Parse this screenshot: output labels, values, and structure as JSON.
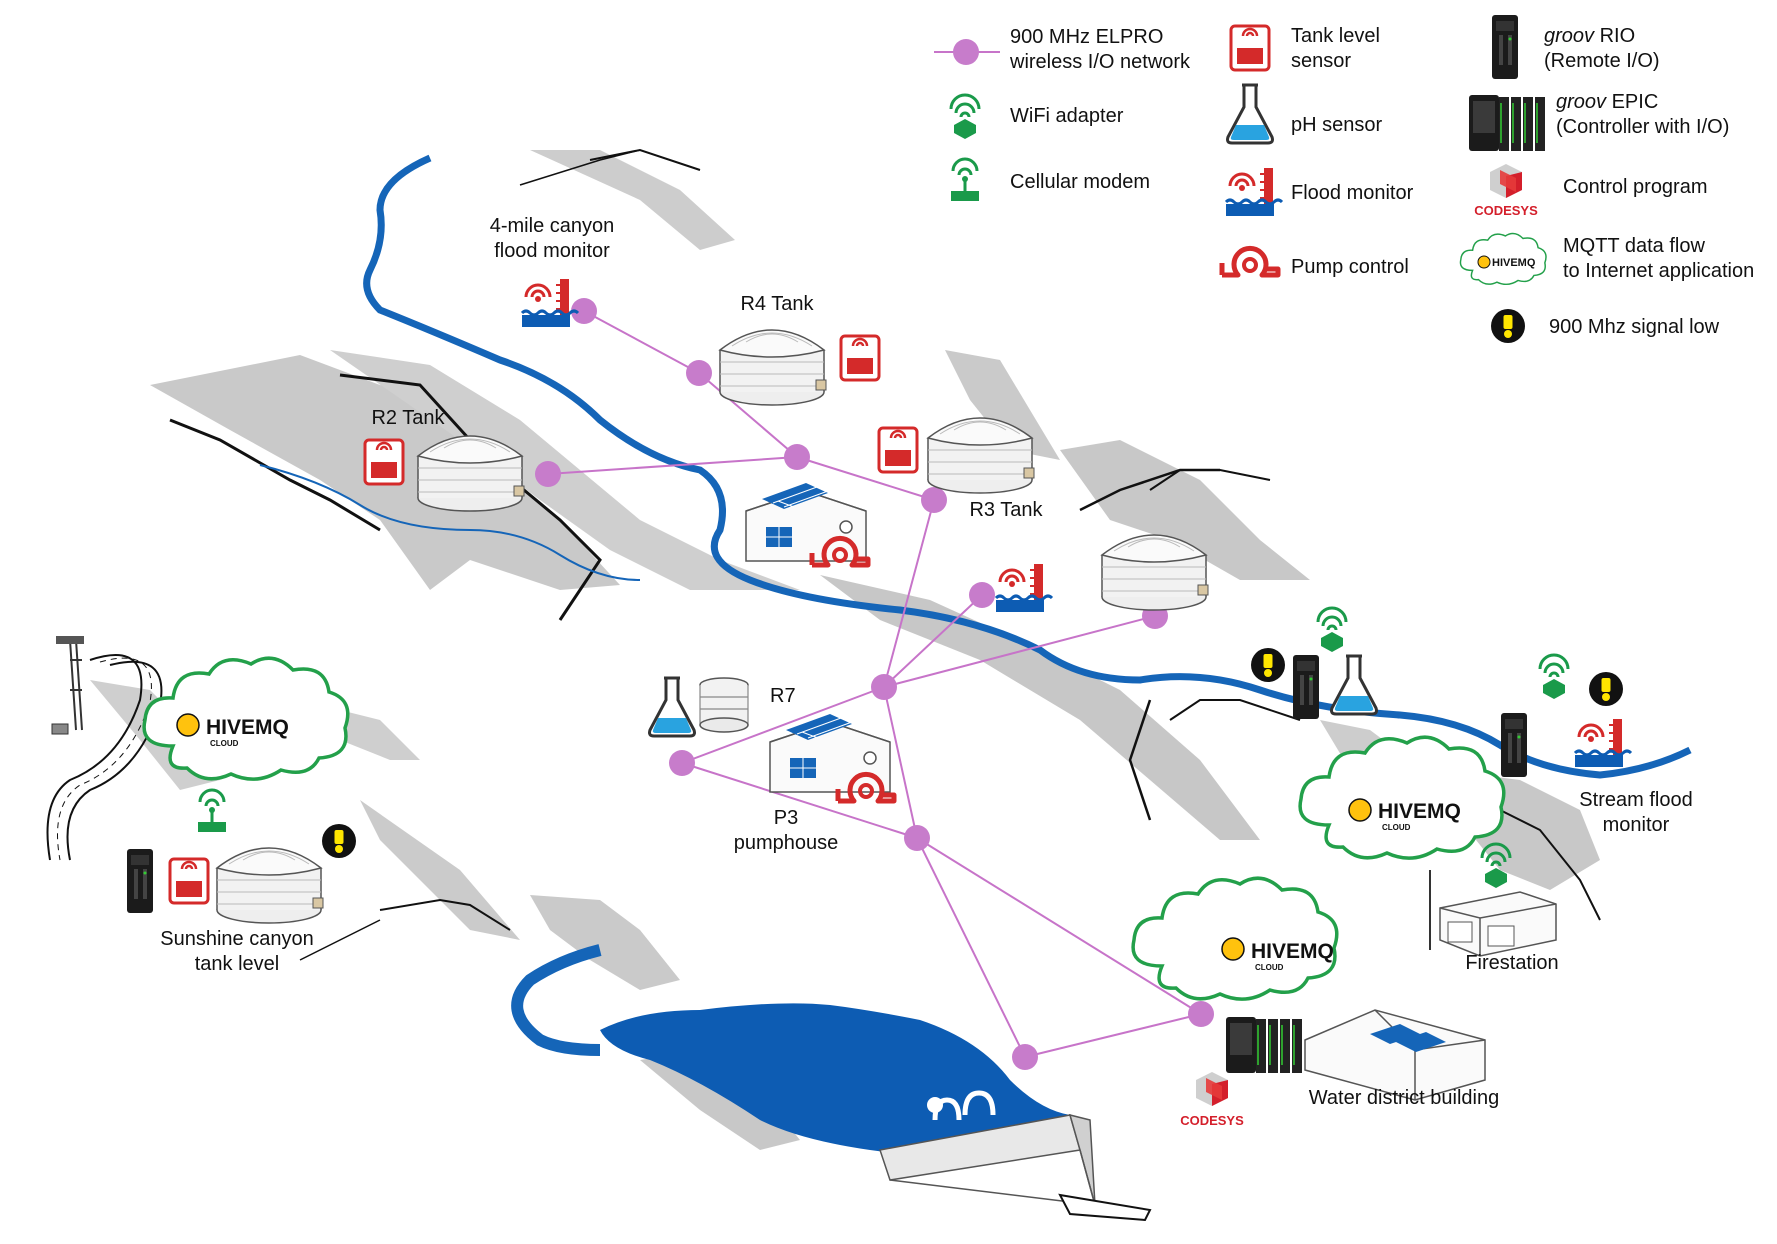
{
  "legend": {
    "network_line1": "900 MHz ELPRO",
    "network_line2": "wireless I/O network",
    "wifi": "WiFi adapter",
    "cellular": "Cellular modem",
    "tank_level_line1": "Tank level",
    "tank_level_line2": "sensor",
    "ph": "pH sensor",
    "flood": "Flood monitor",
    "pump": "Pump control",
    "rio_italic": "groov",
    "rio_rest": " RIO",
    "rio_line2": "(Remote I/O)",
    "epic_italic": "groov",
    "epic_rest": " EPIC",
    "epic_line2": "(Controller with I/O)",
    "control": "Control program",
    "mqtt_line1": "MQTT data flow",
    "mqtt_line2": "to Internet application",
    "signal_low": "900 Mhz signal low"
  },
  "labels": {
    "canyon_line1": "4-mile canyon",
    "canyon_line2": "flood monitor",
    "r4": "R4 Tank",
    "r2": "R2 Tank",
    "r3": "R3 Tank",
    "r7": "R7",
    "p3_line1": "P3",
    "p3_line2": "pumphouse",
    "sunshine_line1": "Sunshine canyon",
    "sunshine_line2": "tank level",
    "stream_line1": "Stream flood",
    "stream_line2": "monitor",
    "firestation": "Firestation",
    "water_district": "Water district building"
  },
  "brands": {
    "hivemq": "HIVEMQ",
    "hivemq_sub": "CLOUD",
    "codesys": "CODESYS"
  },
  "colors": {
    "network": "#c774c9",
    "node": "#c77ccb",
    "river": "#1565b8",
    "lake": "#0d5cb3",
    "sensor_red": "#d42a2a",
    "wifi_green": "#1a9a4a",
    "cloud_green": "#23a04a",
    "hills": "#c9c9c9",
    "alert": "#ffe600"
  }
}
